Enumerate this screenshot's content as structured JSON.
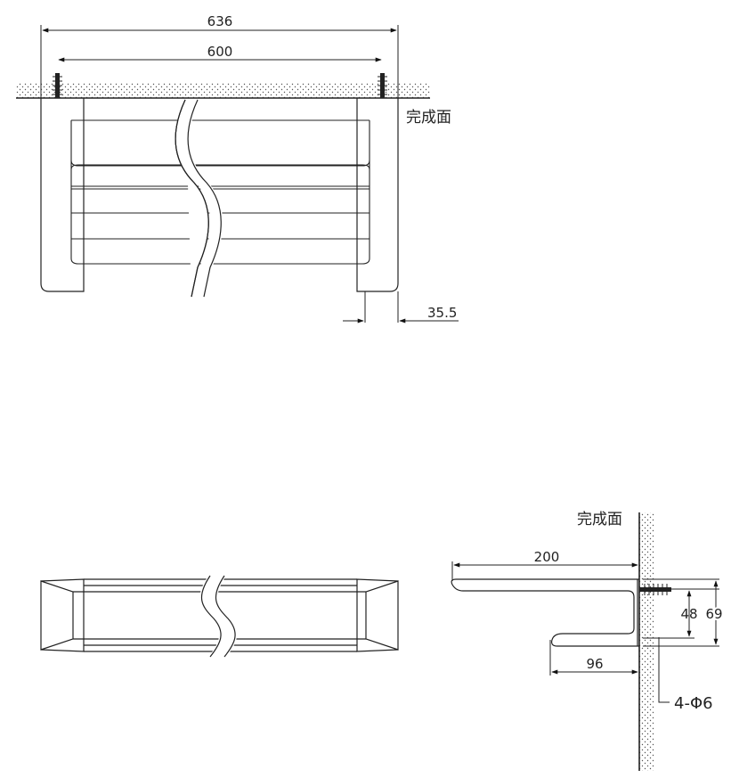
{
  "front_view": {
    "overall_width": "636",
    "mount_spacing": "600",
    "wall_offset": "35.5",
    "surface_label": "完成面"
  },
  "side_view": {
    "surface_label": "完成面",
    "depth": "200",
    "lower_depth": "96",
    "inner_height": "48",
    "outer_height": "69",
    "hole_spec": "4-Φ6"
  }
}
